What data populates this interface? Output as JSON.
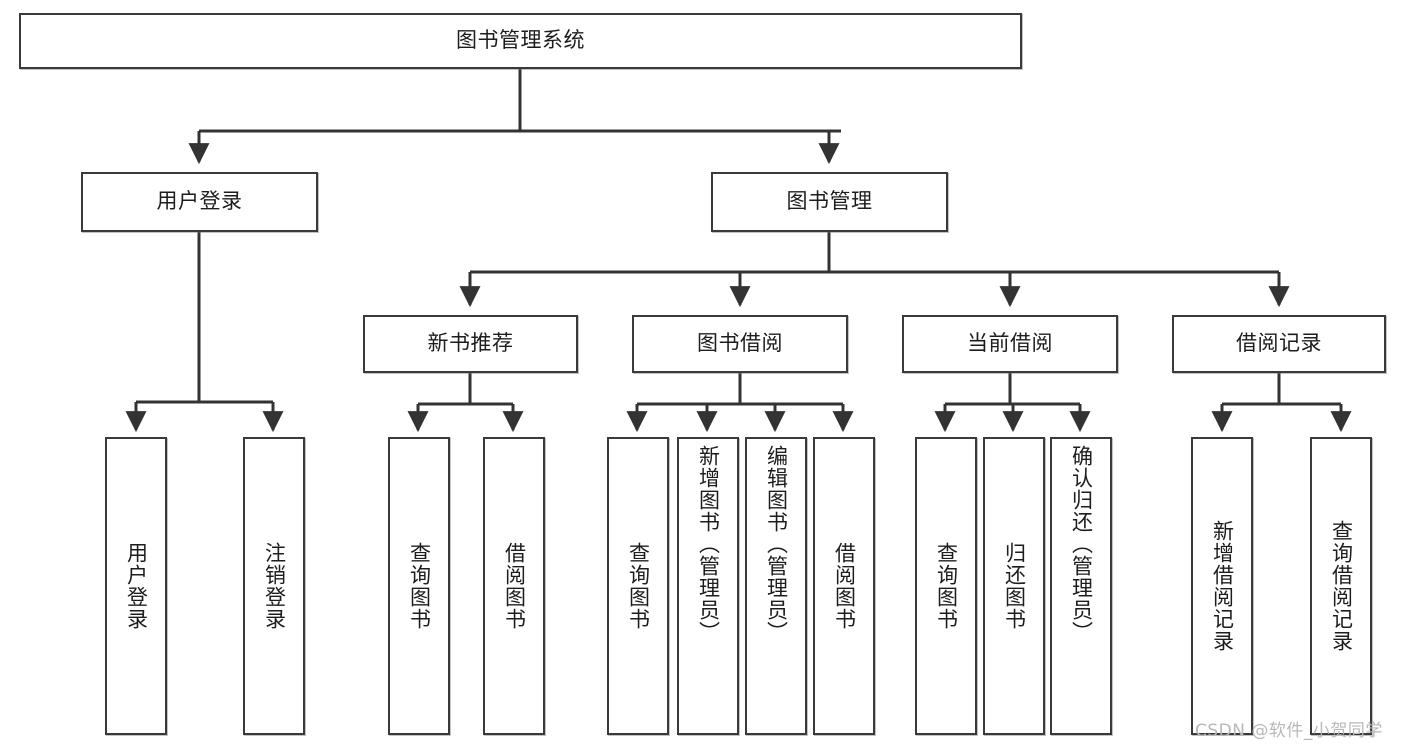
{
  "diagram": {
    "title": "图书管理系统",
    "type": "tree-hierarchy-chart",
    "colors": {
      "box_border": "#3a3a3a",
      "box_fill": "#ffffff",
      "connector": "#333333",
      "text": "#1d1d1d",
      "watermark": "#b8b8b8",
      "background": "#ffffff"
    },
    "root": {
      "label": "图书管理系统"
    },
    "level2": [
      {
        "label": "用户登录"
      },
      {
        "label": "图书管理"
      }
    ],
    "level3": [
      {
        "label": "新书推荐"
      },
      {
        "label": "图书借阅"
      },
      {
        "label": "当前借阅"
      },
      {
        "label": "借阅记录"
      }
    ],
    "leaves": {
      "user_login": [
        {
          "label": "用户登录"
        },
        {
          "label": "注销登录"
        }
      ],
      "new_book_recommend": [
        {
          "label": "查询图书"
        },
        {
          "label": "借阅图书"
        }
      ],
      "book_borrow": [
        {
          "label": "查询图书"
        },
        {
          "label": "新增图书（管理员）"
        },
        {
          "label": "编辑图书（管理员）"
        },
        {
          "label": "借阅图书"
        }
      ],
      "current_borrow": [
        {
          "label": "查询图书"
        },
        {
          "label": "归还图书"
        },
        {
          "label": "确认归还（管理员）"
        }
      ],
      "borrow_record": [
        {
          "label": "新增借阅记录"
        },
        {
          "label": "查询借阅记录"
        }
      ]
    }
  },
  "watermark": {
    "text": "CSDN @软件_小贺同学"
  }
}
